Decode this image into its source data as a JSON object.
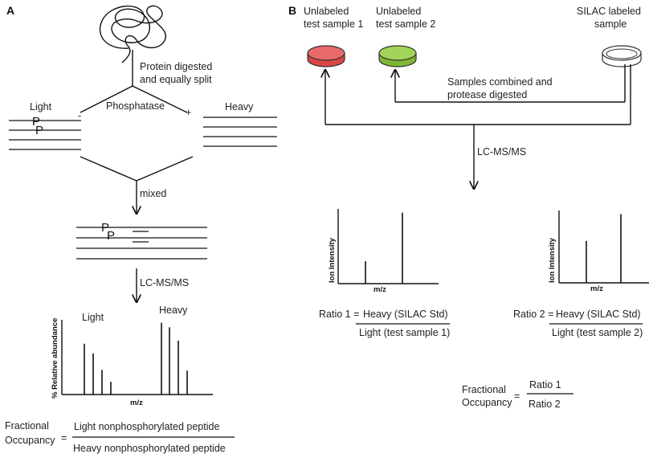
{
  "panel_a": {
    "label": "A",
    "digest_line1": "Protein digested",
    "digest_line2": "and equally split",
    "light": "Light",
    "phosphatase": "Phosphatase",
    "heavy": "Heavy",
    "minus": "-",
    "plus": "+",
    "p_mark": "P",
    "mixed": "mixed",
    "lcms": "LC-MS/MS",
    "spec_light": "Light",
    "spec_heavy": "Heavy",
    "ylabel": "% Relative abundance",
    "xlabel": "m/z",
    "fo_line1": "Fractional",
    "fo_line2": "Occupancy",
    "equals": "=",
    "numerator": "Light nonphosphorylated peptide",
    "denominator": "Heavy nonphosphorylated peptide"
  },
  "panel_b": {
    "label": "B",
    "sample1_line1": "Unlabeled",
    "sample1_line2": "test sample 1",
    "sample2_line1": "Unlabeled",
    "sample2_line2": "test sample 2",
    "silac_line1": "SILAC labeled",
    "silac_line2": "sample",
    "combine_line1": "Samples combined and",
    "combine_line2": "protease digested",
    "lcms": "LC-MS/MS",
    "ylabel1": "Ion Intensity",
    "xlabel1": "m/z",
    "ylabel2": "Ion Intensity",
    "xlabel2": "m/z",
    "ratio1_label": "Ratio 1 =",
    "ratio1_num": "Heavy (SILAC Std)",
    "ratio1_den": "Light (test sample 1)",
    "ratio2_label": "Ratio 2 =",
    "ratio2_num": "Heavy (SILAC Std)",
    "ratio2_den": "Light (test sample 2)",
    "fo_line1": "Fractional",
    "fo_line2": "Occupancy",
    "equals": "=",
    "fo_num": "Ratio 1",
    "fo_den": "Ratio 2"
  },
  "colors": {
    "sample1": "#e05252",
    "sample2": "#8cc63f",
    "silac": "#ffffff"
  },
  "chart_data": [
    {
      "type": "bar",
      "ylabel": "% Relative abundance",
      "xlabel": "m/z",
      "series": [
        {
          "name": "Light",
          "values": [
            0.68,
            0.55,
            0.33,
            0.17
          ]
        },
        {
          "name": "Heavy",
          "values": [
            0.96,
            0.9,
            0.72,
            0.32
          ]
        }
      ]
    },
    {
      "type": "bar",
      "ylabel": "Ion Intensity",
      "xlabel": "m/z",
      "values": [
        0.3,
        0.95
      ]
    },
    {
      "type": "bar",
      "ylabel": "Ion Intensity",
      "xlabel": "m/z",
      "values": [
        0.58,
        0.95
      ]
    }
  ]
}
